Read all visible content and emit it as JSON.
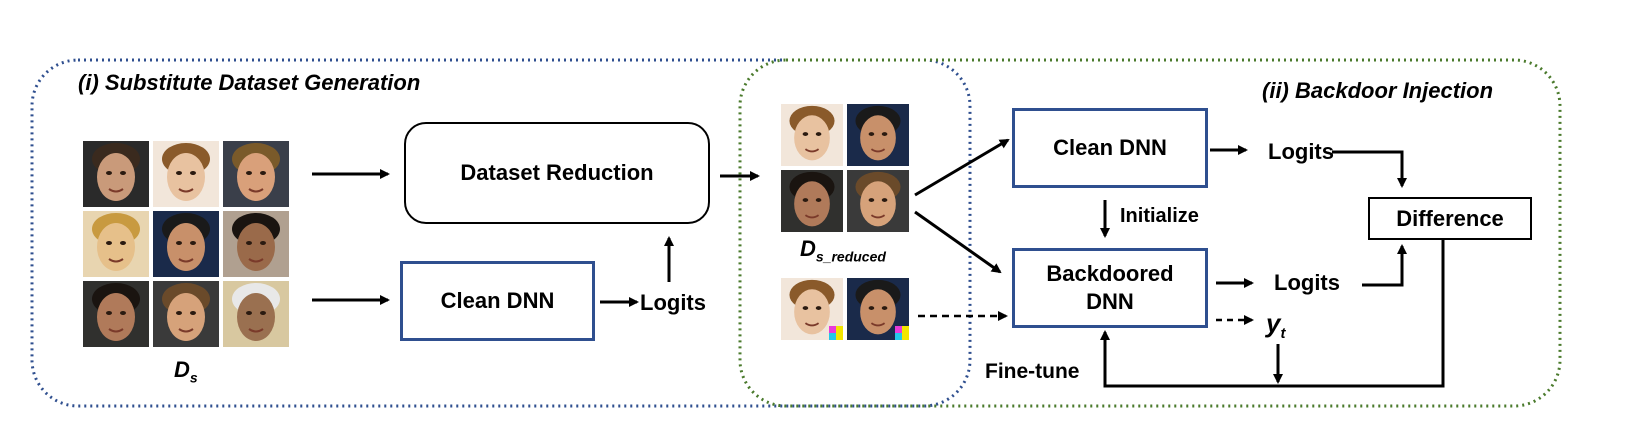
{
  "sections": {
    "left_title": "(i) Substitute Dataset Generation",
    "right_title": "(ii) Backdoor Injection"
  },
  "nodes": {
    "dataset_reduction": "Dataset Reduction",
    "clean_dnn_left": "Clean DNN",
    "logits_left": "Logits",
    "clean_dnn_right": "Clean DNN",
    "logits_top": "Logits",
    "initialize": "Initialize",
    "backdoored_dnn_line1": "Backdoored",
    "backdoored_dnn_line2": "DNN",
    "logits_bottom": "Logits",
    "difference": "Difference",
    "fine_tune": "Fine-tune"
  },
  "math": {
    "ds_main": "D",
    "ds_sub": "s",
    "ds_reduced_main": "D",
    "ds_reduced_sub": "s_reduced",
    "yt_main": "y",
    "yt_sub": "t"
  },
  "colors": {
    "left_region_border": "#2f4f8f",
    "right_region_border": "#4a7a2c",
    "dnn_box_border": "#2f4f8f",
    "trigger_patch": [
      "#e83bd8",
      "#f3e600",
      "#23c8e8",
      "#f3e600"
    ]
  },
  "faces": {
    "ds_grid": [
      {
        "skin": "#c99a7a",
        "bg": "#2a2a2a",
        "hair": "#3a2a1e"
      },
      {
        "skin": "#e8c2a0",
        "bg": "#f2e6da",
        "hair": "#8a5a2a"
      },
      {
        "skin": "#d9a07a",
        "bg": "#3a3f4a",
        "hair": "#7a5a2a"
      },
      {
        "skin": "#e6c08a",
        "bg": "#e8d5b0",
        "hair": "#c89a40"
      },
      {
        "skin": "#c8906a",
        "bg": "#1a2a4a",
        "hair": "#1a1a1a"
      },
      {
        "skin": "#9a6a4a",
        "bg": "#b0a090",
        "hair": "#1a1410"
      },
      {
        "skin": "#b07a5a",
        "bg": "#30302e",
        "hair": "#1a1410"
      },
      {
        "skin": "#d6a27a",
        "bg": "#3a3a3a",
        "hair": "#6a4a2a"
      },
      {
        "skin": "#9a7050",
        "bg": "#d8c8a0",
        "hair": "#e8e8e8"
      }
    ],
    "reduced_grid": [
      {
        "skin": "#e8c2a0",
        "bg": "#f2e6da",
        "hair": "#8a5a2a"
      },
      {
        "skin": "#c8906a",
        "bg": "#1a2a4a",
        "hair": "#1a1a1a"
      },
      {
        "skin": "#b07a5a",
        "bg": "#30302e",
        "hair": "#1a1410"
      },
      {
        "skin": "#d6a27a",
        "bg": "#3a3a3a",
        "hair": "#6a4a2a"
      }
    ],
    "triggered": [
      {
        "skin": "#e8c2a0",
        "bg": "#f2e6da",
        "hair": "#8a5a2a"
      },
      {
        "skin": "#c8906a",
        "bg": "#1a2a4a",
        "hair": "#1a1a1a"
      }
    ]
  },
  "icons": {
    "arrow": "arrow-right-icon",
    "dashed_arrow": "dashed-arrow-icon"
  }
}
